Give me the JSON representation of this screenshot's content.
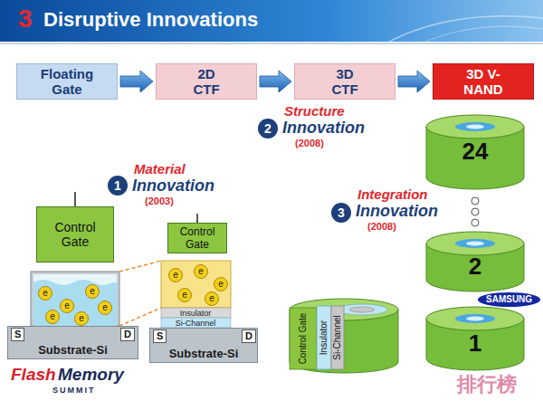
{
  "diagram": {
    "title": "Disruptive Innovations",
    "nodes": [
      {
        "text": [
          "Floating Gate"
        ]
      },
      {
        "text": [
          "2D CTF"
        ]
      },
      {
        "text": [
          "3D CTF"
        ]
      },
      {
        "text": [
          "3D V-NAND"
        ]
      },
      {
        "text": [
          "Control Gate"
        ]
      },
      {
        "text": [
          "Substrate-Si"
        ]
      },
      {
        "text": [
          "Control Gate"
        ]
      },
      {
        "text": [
          "Substrate-Si"
        ]
      },
      {
        "text": [
          "24"
        ]
      },
      {
        "text": [
          "2"
        ]
      },
      {
        "text": [
          "1"
        ]
      }
    ],
    "edges": [
      {
        "from": 0,
        "to": 1,
        "arrow": "to"
      },
      {
        "from": 1,
        "to": 2,
        "arrow": "to"
      },
      {
        "from": 2,
        "to": 3,
        "arrow": "to"
      }
    ],
    "labels": [
      "3",
      "1",
      "Material",
      "Innovation",
      "(2003)",
      "2",
      "Structure",
      "Innovation",
      "(2008)",
      "3",
      "Integration",
      "Innovation",
      "(2008)",
      "e",
      "e",
      "e",
      "e",
      "e",
      "e",
      "e",
      "e",
      "e",
      "e",
      "e",
      "S",
      "D",
      "S",
      "D",
      "Insulator",
      "Si-Channel",
      "Control Gate",
      "Insulator",
      "Si-Channel",
      "Flash",
      "Memory",
      "SUMMIT",
      "SAMSUNG",
      "排行榜"
    ]
  }
}
